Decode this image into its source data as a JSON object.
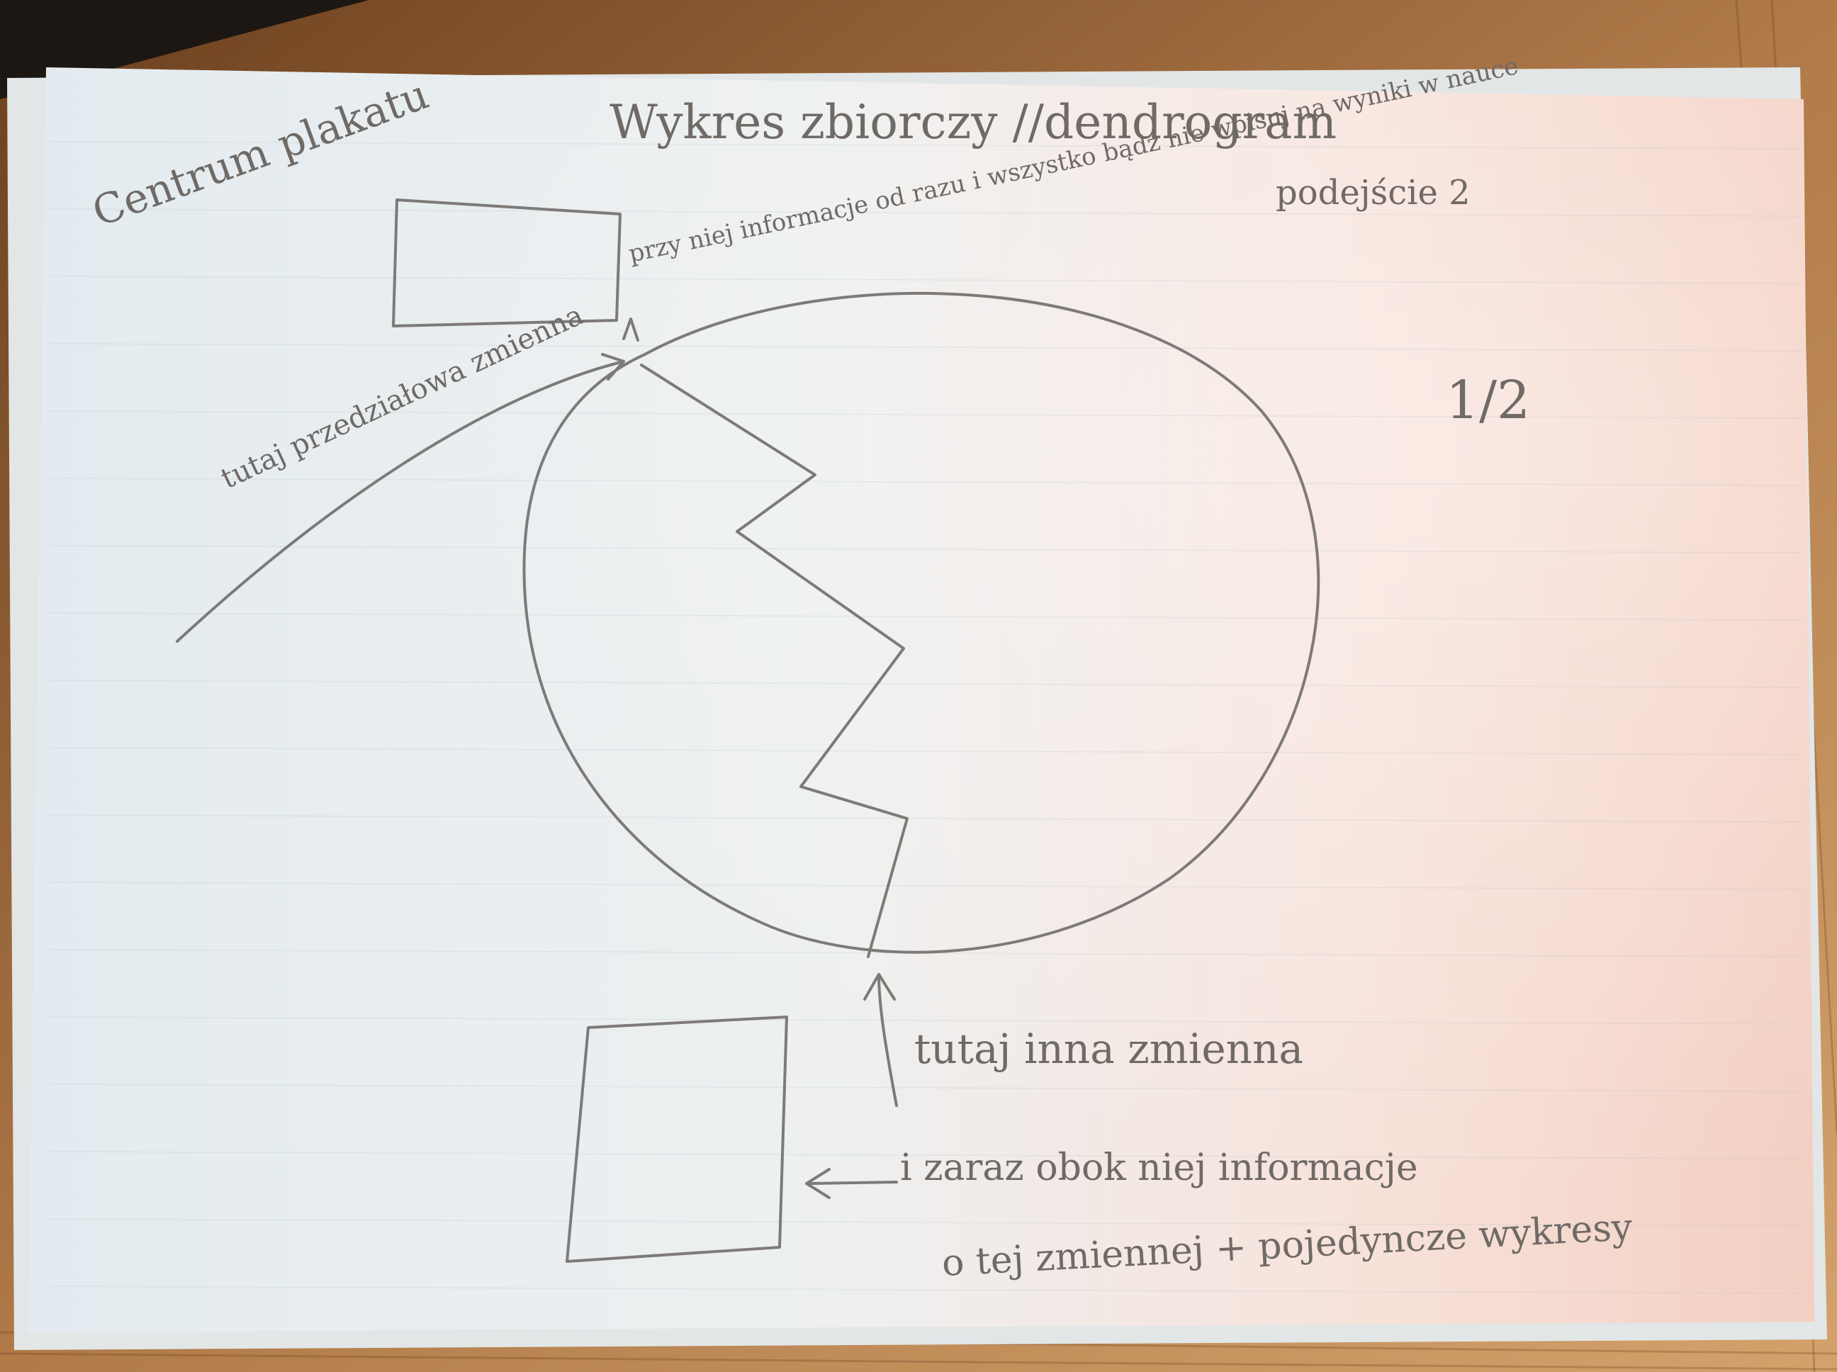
{
  "colors": {
    "wood_dark": "#7a4a25",
    "wood_light": "#c89462",
    "paper_left": "#e6edf1",
    "paper_right": "#f6d7cc",
    "pencil": "#7d7a78"
  },
  "sketch": {
    "title": "Wykres zbiorczy //dendrogram",
    "subtitle": "podejście 2",
    "corner_note": "Centrum plakatu",
    "page_number": "1/2",
    "top_note": "przy niej informacje od razu i wszystko bądź nie wpisuj na wyniki w nauce",
    "left_note": "tutaj przedziałowa zmienna",
    "bottom_note_1": "tutaj inna zmienna",
    "bottom_note_2": "i zaraz obok niej informacje",
    "bottom_note_3": "o tej zmiennej + pojedyncze wykresy"
  }
}
